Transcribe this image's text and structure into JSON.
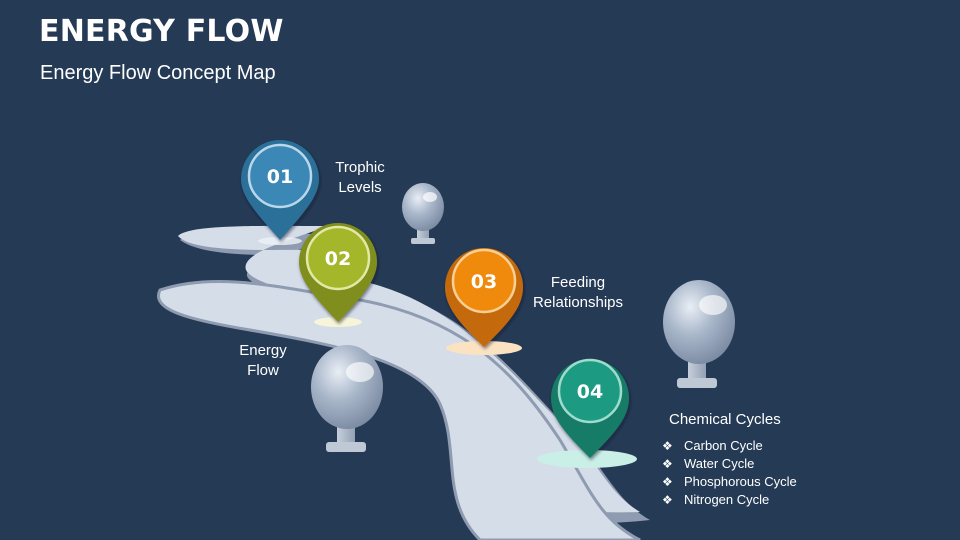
{
  "header": {
    "title": "ENERGY FLOW",
    "subtitle": "Energy Flow Concept Map"
  },
  "steps": [
    {
      "number": "01",
      "label_lines": [
        "Trophic",
        "Levels"
      ],
      "color": "#3a87b6"
    },
    {
      "number": "02",
      "label_lines": [
        "Energy",
        "Flow"
      ],
      "color": "#a4b72b"
    },
    {
      "number": "03",
      "label_lines": [
        "Feeding",
        "Relationships"
      ],
      "color": "#ef8a0e"
    },
    {
      "number": "04",
      "label_lines": [
        "Chemical Cycles"
      ],
      "color": "#1b9b82"
    }
  ],
  "chemical_cycles": {
    "bullet": "❖",
    "items": [
      "Carbon Cycle",
      "Water Cycle",
      "Phosphorous Cycle",
      "Nitrogen Cycle"
    ]
  },
  "colors": {
    "background": "#253a55",
    "road": "#d5dde9",
    "road_edge": "#8e9bb0",
    "tree": "#8fa0b8"
  }
}
